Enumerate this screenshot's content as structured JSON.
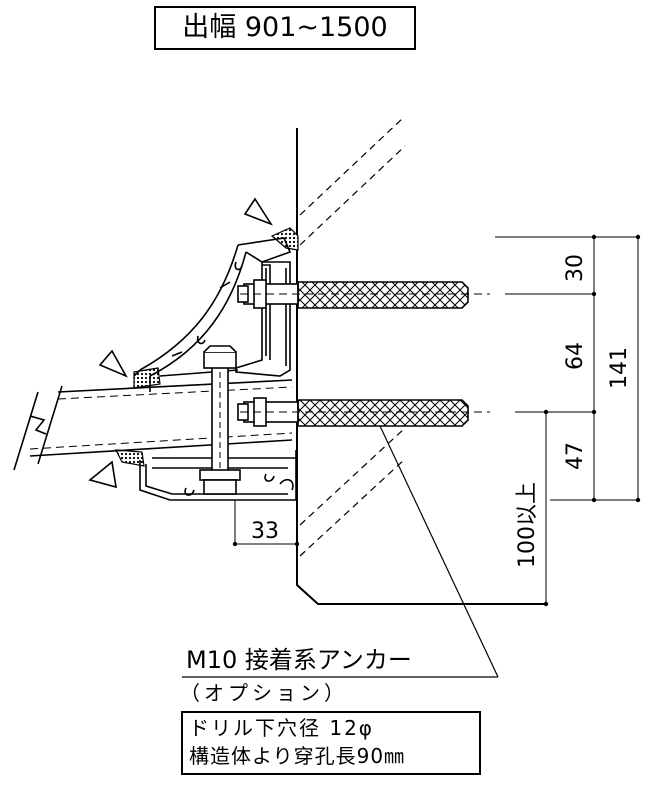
{
  "header": {
    "title": "出幅 901~1500"
  },
  "dimensions": {
    "d30": "30",
    "d64": "64",
    "d141": "141",
    "d47": "47",
    "d100": "100以上",
    "d33": "33"
  },
  "callout": {
    "anchor": "M10 接着系アンカー",
    "option": "（オプション）",
    "note_line1": "ドリル下穴径 12φ",
    "note_line2": "構造体より穿孔長90㎜"
  }
}
